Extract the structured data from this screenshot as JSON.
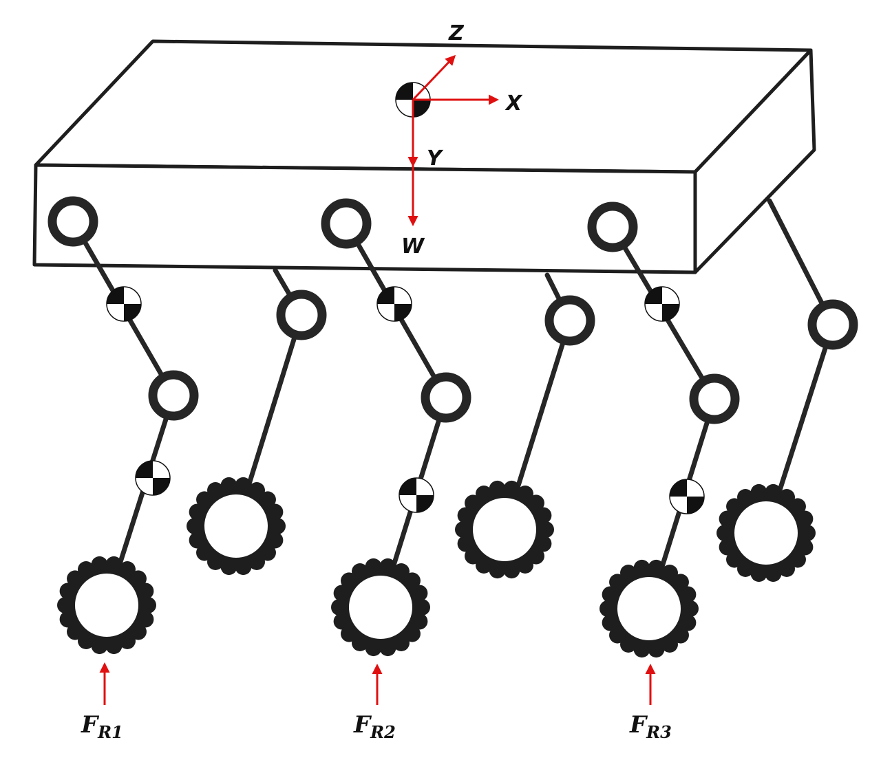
{
  "axes": {
    "z_label": "Z",
    "x_label": "X",
    "y_label": "Y",
    "w_label": "W",
    "arrow_color": "#e01010"
  },
  "forces": [
    {
      "symbol": "F",
      "subscript": "R1"
    },
    {
      "symbol": "F",
      "subscript": "R2"
    },
    {
      "symbol": "F",
      "subscript": "R3"
    }
  ],
  "colors": {
    "ink": "#1e1e1e",
    "arrow": "#e01010",
    "background": "#ffffff"
  },
  "legs": [
    {
      "wheel": "gear-wheel",
      "side": "front"
    },
    {
      "wheel": "gear-wheel",
      "side": "rear"
    },
    {
      "wheel": "gear-wheel",
      "side": "front"
    },
    {
      "wheel": "gear-wheel",
      "side": "rear"
    },
    {
      "wheel": "gear-wheel",
      "side": "front"
    },
    {
      "wheel": "gear-wheel",
      "side": "rear"
    }
  ]
}
